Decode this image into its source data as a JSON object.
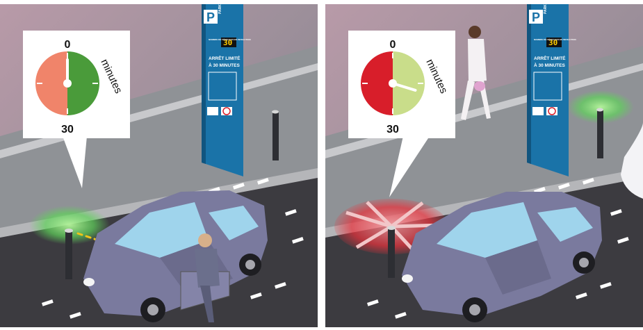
{
  "panels": [
    {
      "id": "left",
      "timer": {
        "top_label": "0",
        "bottom_label": "30",
        "side_label": "minutes",
        "elapsed_fraction": 0.0,
        "colors": {
          "remaining": "#4a9b3a",
          "elapsed_side": "#f0846a"
        }
      },
      "sensor_state": "green",
      "sign": {
        "p_letter": "P",
        "header": "PARKING À DURÉE LIMITÉE",
        "subheader": "NOMBRE DE VÉHICULES EN INFRACTION",
        "counter": "30",
        "title_line1": "ARRÊT LIMITÉ",
        "title_line2": "À 30 MINUTES"
      }
    },
    {
      "id": "right",
      "timer": {
        "top_label": "0",
        "bottom_label": "30",
        "side_label": "minutes",
        "elapsed_fraction": 0.4,
        "colors": {
          "remaining": "#c9dd8a",
          "elapsed_side": "#d81e2a"
        }
      },
      "sensor_state": "red",
      "sign": {
        "p_letter": "P",
        "header": "PARKING À DURÉE LIMITÉE",
        "subheader": "NOMBRE DE VÉHICULES EN INFRACTION",
        "counter": "30",
        "title_line1": "ARRÊT LIMITÉ",
        "title_line2": "À 30 MINUTES"
      }
    }
  ],
  "colors": {
    "road": "#3c3b40",
    "sidewalk": "#9d9fa2",
    "sign_blue": "#1a73a8",
    "car": "#7a7a9e",
    "sensor_green": "#5fd35a",
    "sensor_red": "#e8323c"
  }
}
